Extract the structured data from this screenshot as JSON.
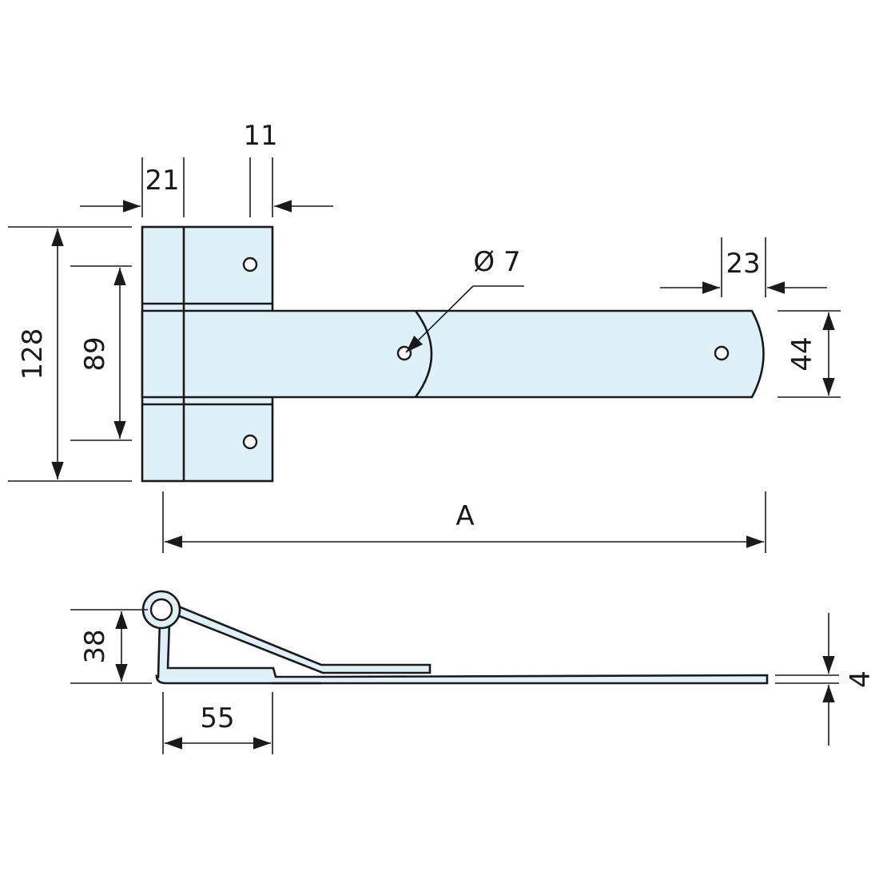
{
  "colors": {
    "part_fill": "#dff1f8",
    "line": "#1a1a1a",
    "background": "#ffffff"
  },
  "top_view": {
    "dim_width_leaf_left": "21",
    "dim_width_leaf_right": "11",
    "dim_height_total": "128",
    "dim_hole_spacing": "89",
    "dim_hole_diameter": "Ø 7",
    "dim_end_offset": "23",
    "dim_strap_width": "44",
    "dim_length": "A"
  },
  "side_view": {
    "dim_height": "38",
    "dim_base": "55",
    "dim_thickness": "4"
  }
}
